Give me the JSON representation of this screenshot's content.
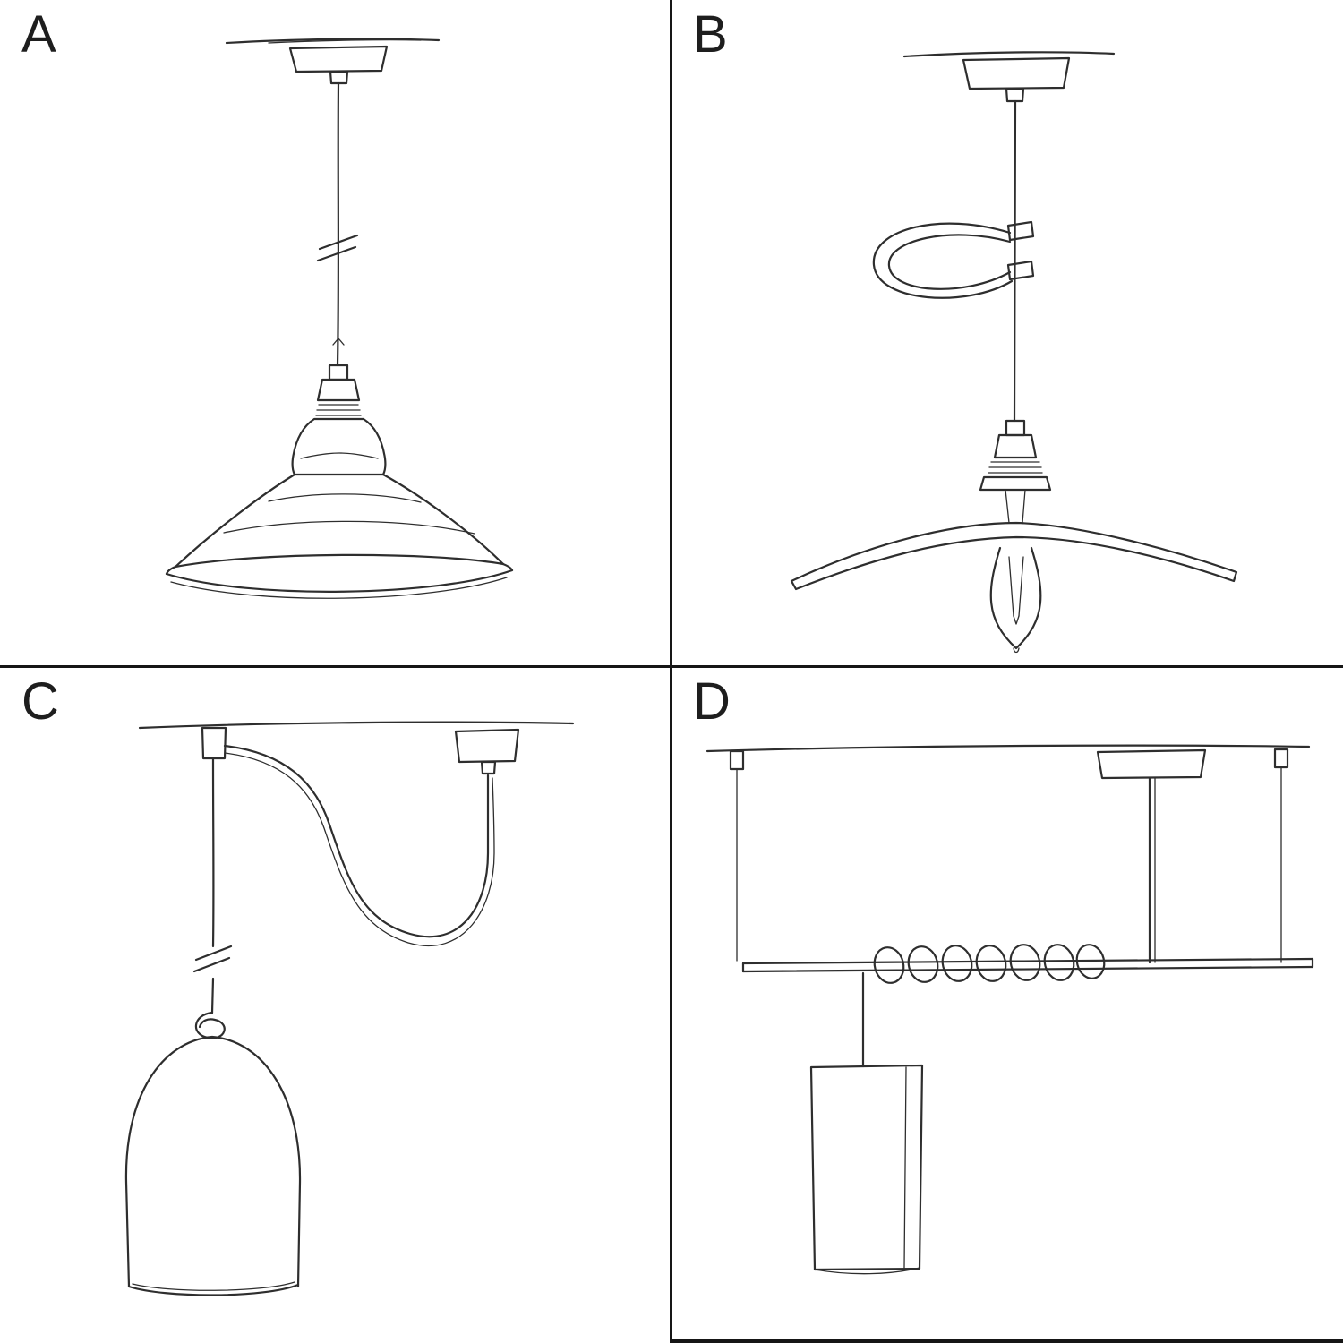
{
  "theme": {
    "bg": "#ffffff",
    "ink": "#2e2e2e",
    "divider": "#161616",
    "label_color": "#1e1e1e"
  },
  "panels": [
    {
      "label": "A",
      "sketch": "pendant-straight-drop-metal-shade-sketch"
    },
    {
      "label": "B",
      "sketch": "pendant-cable-clip-flat-shade-exposed-bulb-sketch"
    },
    {
      "label": "C",
      "sketch": "pendant-swag-hook-bell-shade-sketch"
    },
    {
      "label": "D",
      "sketch": "pendant-wrapped-bar-tube-shade-sketch"
    }
  ]
}
